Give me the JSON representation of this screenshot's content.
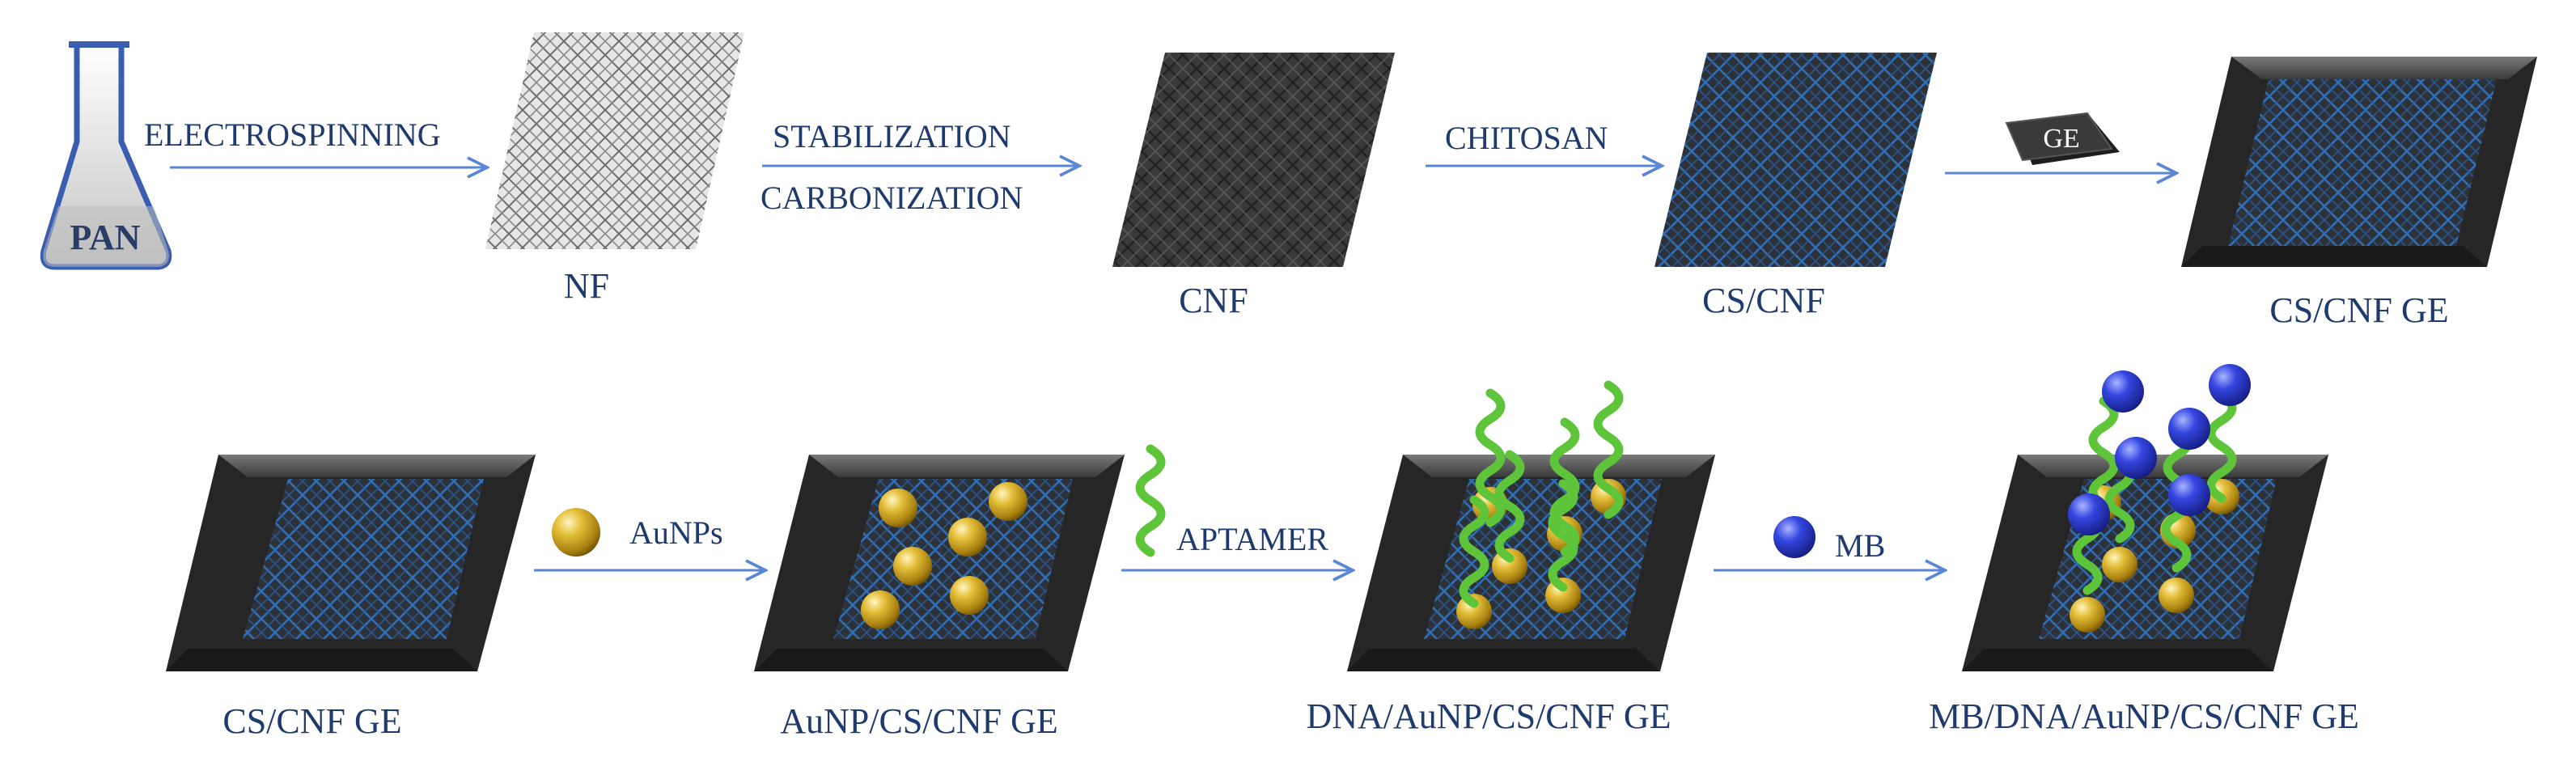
{
  "colors": {
    "label": "#1f3a6e",
    "arrow": "#5b86d6",
    "flask": "#3a5db0",
    "mesh_blue": "#2f6fb8",
    "nf_bg": "#e6e6e6",
    "cnf_bg": "#3a3a3a",
    "frame": "#2e2e2e",
    "gold": "#c9a227",
    "strand": "#5ec43a",
    "mb": "#2b3ad6"
  },
  "flask": {
    "label": "PAN"
  },
  "steps": {
    "electrospinning": "ELECTROSPINNING",
    "stabilization": "STABILIZATION",
    "carbonization": "CARBONIZATION",
    "chitosan": "CHITOSAN",
    "ge_chip": "GE",
    "aunps": "AuNPs",
    "aptamer": "APTAMER",
    "mb": "MB"
  },
  "products": {
    "nf": "NF",
    "cnf": "CNF",
    "cs_cnf": "CS/CNF",
    "cs_cnf_ge_top": "CS/CNF  GE",
    "cs_cnf_ge_bottom": "CS/CNF  GE",
    "aunp_cs_cnf_ge": "AuNP/CS/CNF  GE",
    "dna_aunp_cs_cnf_ge": "DNA/AuNP/CS/CNF  GE",
    "mb_dna_aunp_cs_cnf_ge": "MB/DNA/AuNP/CS/CNF  GE"
  },
  "icons": {
    "flask": "erlenmeyer-flask-icon",
    "gold": "gold-nanoparticle-icon",
    "strand": "aptamer-strand-icon",
    "mb": "methylene-blue-icon",
    "chip": "graphite-electrode-icon"
  }
}
